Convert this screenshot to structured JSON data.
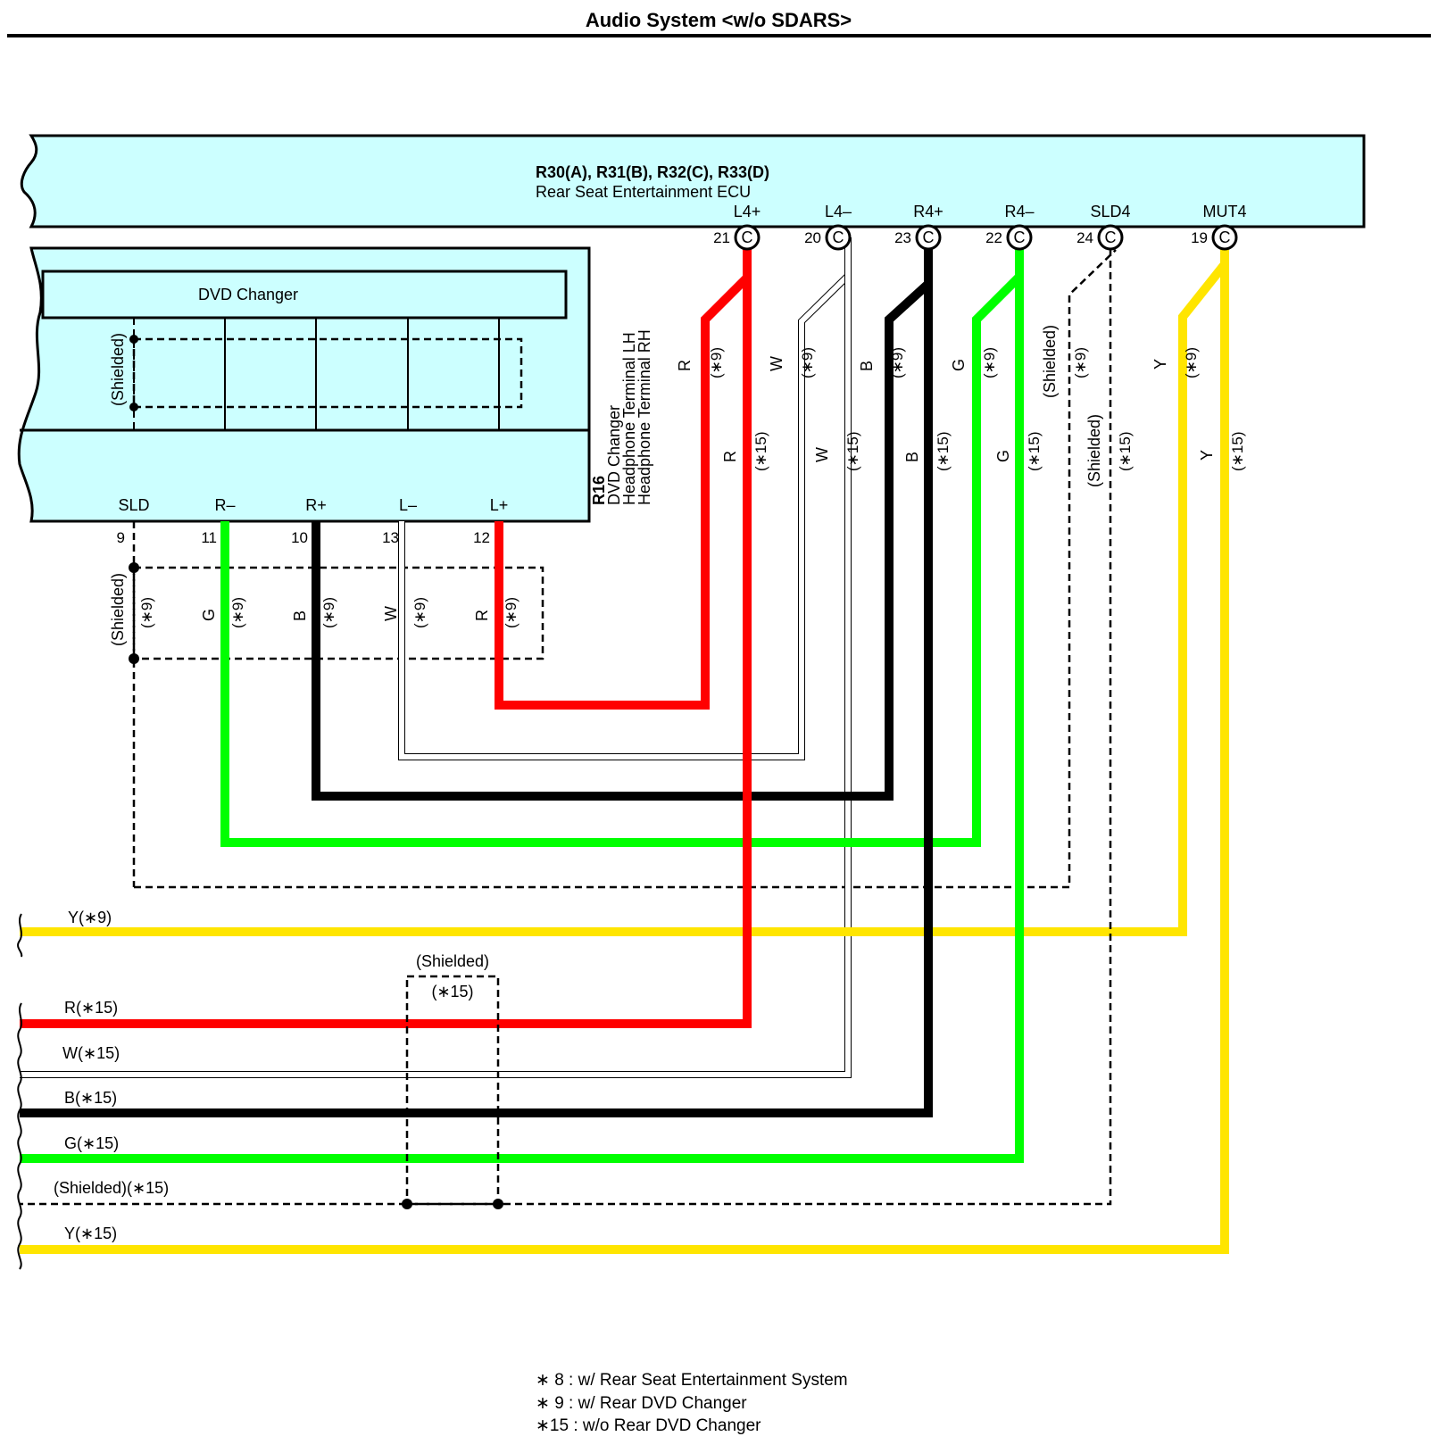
{
  "title": "Audio System <w/o SDARS>",
  "ecu": {
    "connectors": "R30(A), R31(B), R32(C), R33(D)",
    "name": "Rear Seat Entertainment ECU",
    "terminal_names": [
      "L4+",
      "L4–",
      "R4+",
      "R4–",
      "SLD4",
      "MUT4"
    ],
    "pin_numbers": [
      "21",
      "20",
      "23",
      "22",
      "24",
      "19"
    ],
    "connector_letter": "C"
  },
  "dvd": {
    "connector": "R16",
    "line1": "DVD Changer",
    "line2": "Headphone Terminal LH",
    "line3": "Headphone Terminal RH",
    "box_label": "DVD Changer",
    "shield_label": "(Shielded)",
    "terminal_names": [
      "SLD",
      "R–",
      "R+",
      "L–",
      "L+"
    ],
    "pin_numbers": [
      "9",
      "11",
      "10",
      "13",
      "12"
    ]
  },
  "wire_codes": {
    "r": "R",
    "w": "W",
    "b": "B",
    "g": "G",
    "y": "Y",
    "shielded": "(Shielded)",
    "note9": "(∗9)",
    "note15": "(∗15)"
  },
  "bus_labels": {
    "y9": "Y(∗9)",
    "r15": "R(∗15)",
    "w15": "W(∗15)",
    "b15": "B(∗15)",
    "g15": "G(∗15)",
    "sh15": "(Shielded)(∗15)",
    "y15": "Y(∗15)"
  },
  "shield_block": {
    "label": "(Shielded)",
    "note": "(∗15)"
  },
  "footnotes": [
    "∗ 8 : w/ Rear Seat Entertainment System",
    "∗ 9 : w/ Rear DVD Changer",
    "∗15 : w/o Rear DVD Changer"
  ],
  "colors": {
    "red": "#ff0000",
    "green": "#00ff00",
    "yellow": "#ffe500",
    "black": "#000000",
    "white_wire": "#ffffff",
    "ecu_fill": "#ccffff"
  }
}
